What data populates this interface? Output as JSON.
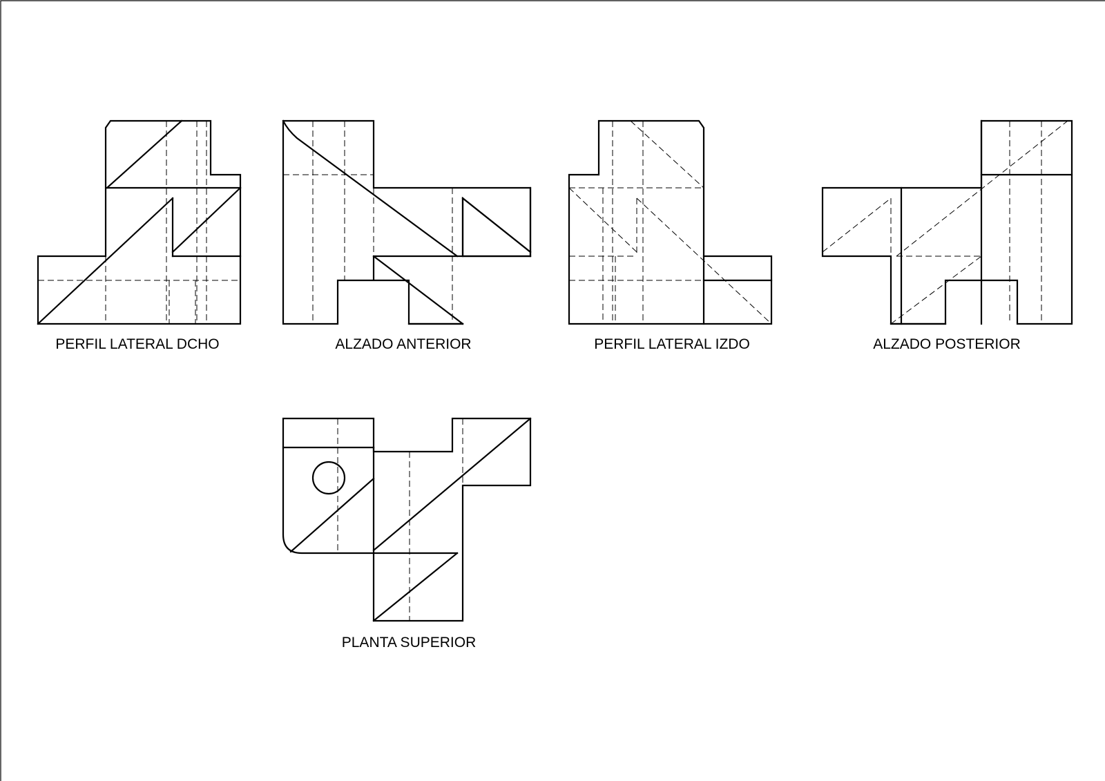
{
  "views": {
    "right_profile": {
      "label": "PERFIL LATERAL DCHO"
    },
    "front_elevation": {
      "label": "ALZADO ANTERIOR"
    },
    "left_profile": {
      "label": "PERFIL LATERAL IZDO"
    },
    "rear_elevation": {
      "label": "ALZADO POSTERIOR"
    },
    "top_plan": {
      "label": "PLANTA SUPERIOR"
    }
  }
}
